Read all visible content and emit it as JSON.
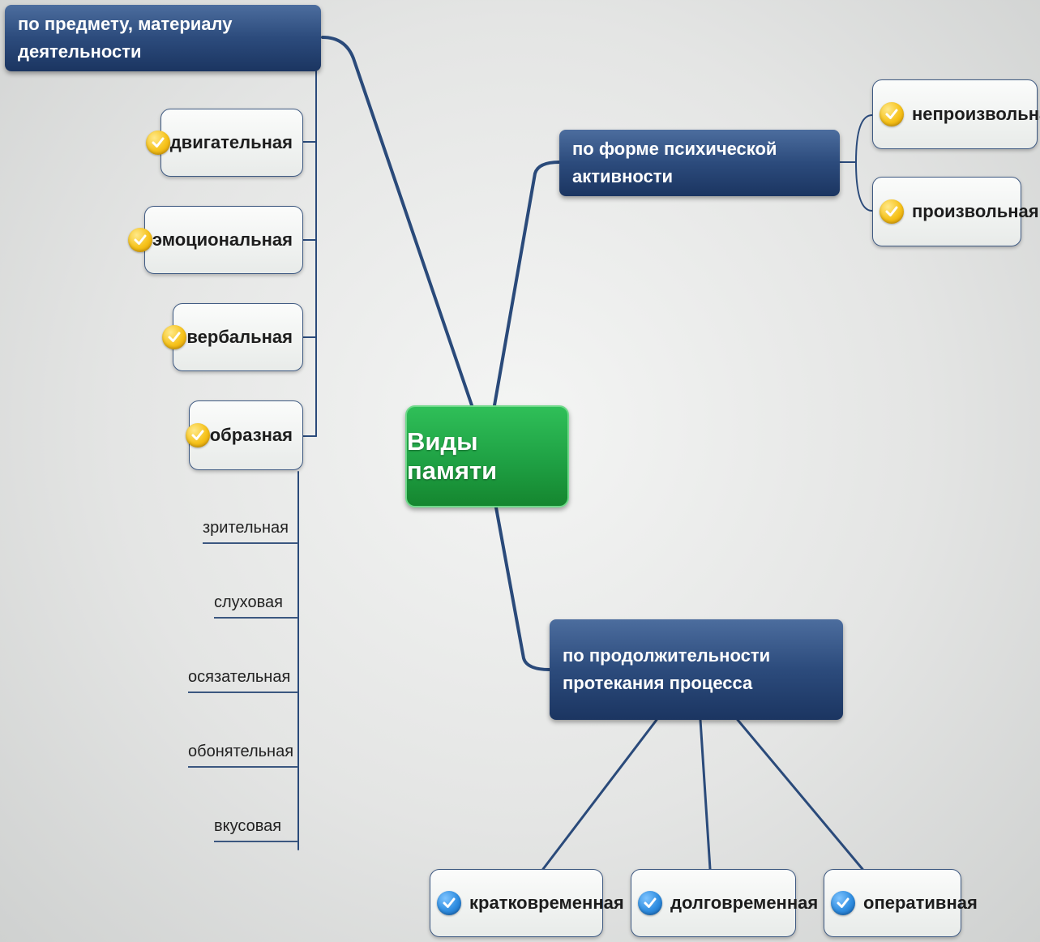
{
  "center": {
    "label": "Виды памяти"
  },
  "branches": {
    "subject": {
      "label": "по предмету, материалу деятельности",
      "items": [
        {
          "label": "двигательная",
          "icon": "check-badge-yellow"
        },
        {
          "label": "эмоциональная",
          "icon": "check-badge-yellow"
        },
        {
          "label": "вербальная",
          "icon": "check-badge-yellow"
        },
        {
          "label": "образная",
          "icon": "check-badge-yellow"
        }
      ],
      "image_subtypes": [
        "зрительная",
        "слуховая",
        "осязательная",
        "обонятельная",
        "вкусовая"
      ]
    },
    "form": {
      "label": "по форме психической активности",
      "items": [
        {
          "label": "непроизвольная",
          "icon": "check-badge-yellow"
        },
        {
          "label": "произвольная",
          "icon": "check-badge-yellow"
        }
      ]
    },
    "duration": {
      "label": "по продолжительности протекания процесса",
      "items": [
        {
          "label": "кратковременная",
          "icon": "check-badge-blue"
        },
        {
          "label": "долговременная",
          "icon": "check-badge-blue"
        },
        {
          "label": "оперативная",
          "icon": "check-badge-blue"
        }
      ]
    }
  },
  "colors": {
    "center": "#1fa144",
    "topic": "#2c4b7c",
    "connector": "#2a4a7a",
    "badge_yellow": "#f6c21a",
    "badge_blue": "#2f8de0"
  }
}
